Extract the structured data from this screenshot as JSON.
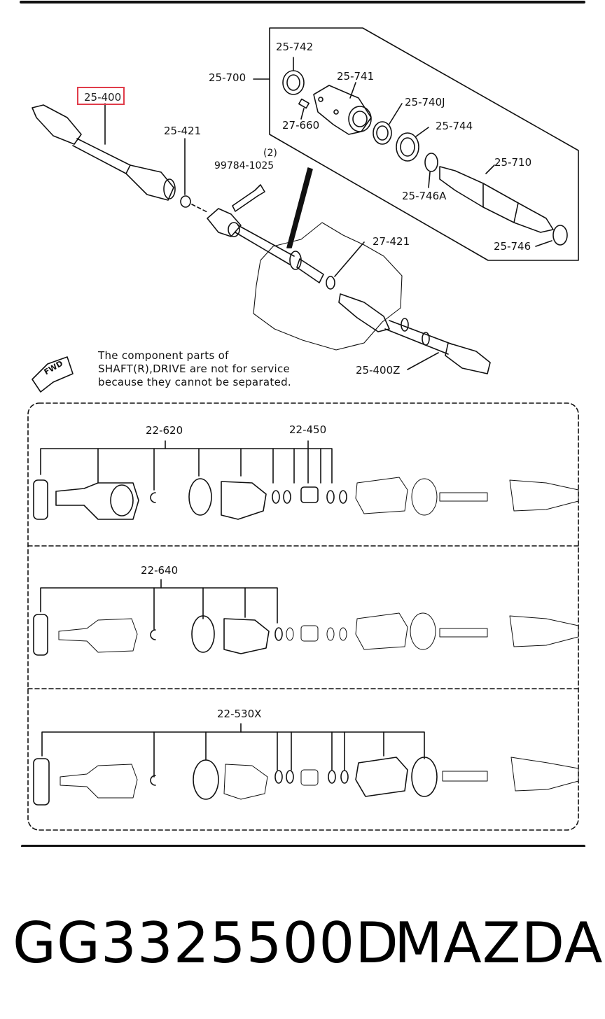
{
  "diagram": {
    "highlighted_part": "25-400",
    "labels": {
      "p25_700": "25-700",
      "p25_742": "25-742",
      "p25_741": "25-741",
      "p25_740j": "25-740J",
      "p27_660": "27-660",
      "p25_744": "25-744",
      "p25_710": "25-710",
      "p25_746a": "25-746A",
      "p25_746": "25-746",
      "p25_421": "25-421",
      "qty": "(2)",
      "p99784": "99784-1025",
      "p27_421": "27-421",
      "p25_400z": "25-400Z",
      "fwd": "FWD",
      "p22_620": "22-620",
      "p22_450": "22-450",
      "p22_640": "22-640",
      "p22_530x": "22-530X"
    },
    "note": [
      "The component parts of",
      "SHAFT(R),DRIVE are not for service",
      "because they cannot be separated."
    ]
  },
  "caption": {
    "part_number": "GG3325500D",
    "brand": "MAZDA"
  },
  "colors": {
    "highlight": "#e03c4a",
    "ink": "#111111"
  }
}
